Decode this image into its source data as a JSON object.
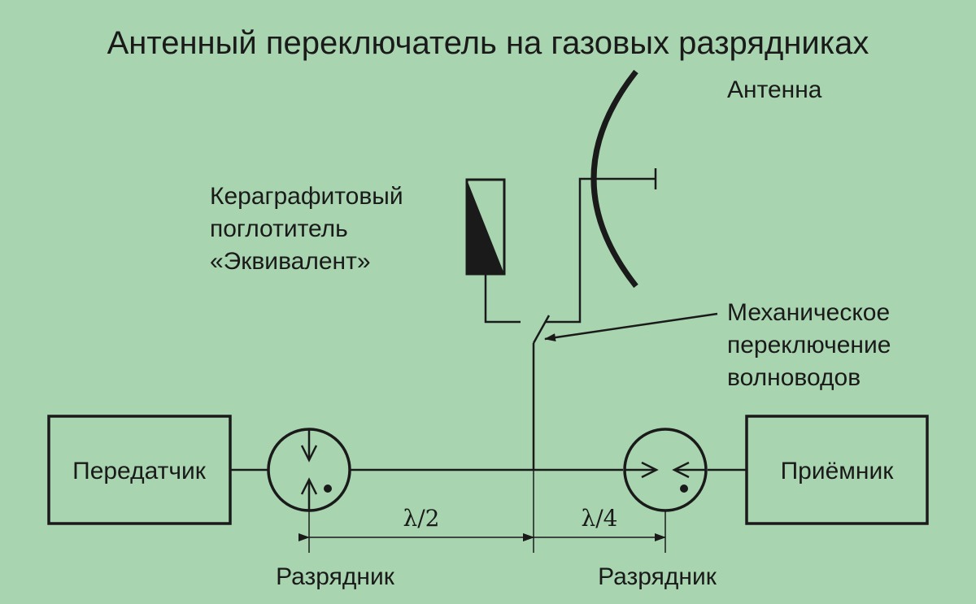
{
  "title": "Антенный переключатель на газовых разрядниках",
  "labels": {
    "antenna": "Антенна",
    "absorber_line1": "Кераграфитовый",
    "absorber_line2": "поглотитель",
    "absorber_line3": "«Эквивалент»",
    "switch_line1": "Механическое",
    "switch_line2": "переключение",
    "switch_line3": "волноводов",
    "transmitter": "Передатчик",
    "receiver": "Приёмник",
    "arrester_left": "Разрядник",
    "arrester_right": "Разрядник",
    "half_wave": "λ/2",
    "quarter_wave": "λ/4"
  },
  "colors": {
    "background": "#a8d5b0",
    "ink": "#1a1a1a"
  }
}
